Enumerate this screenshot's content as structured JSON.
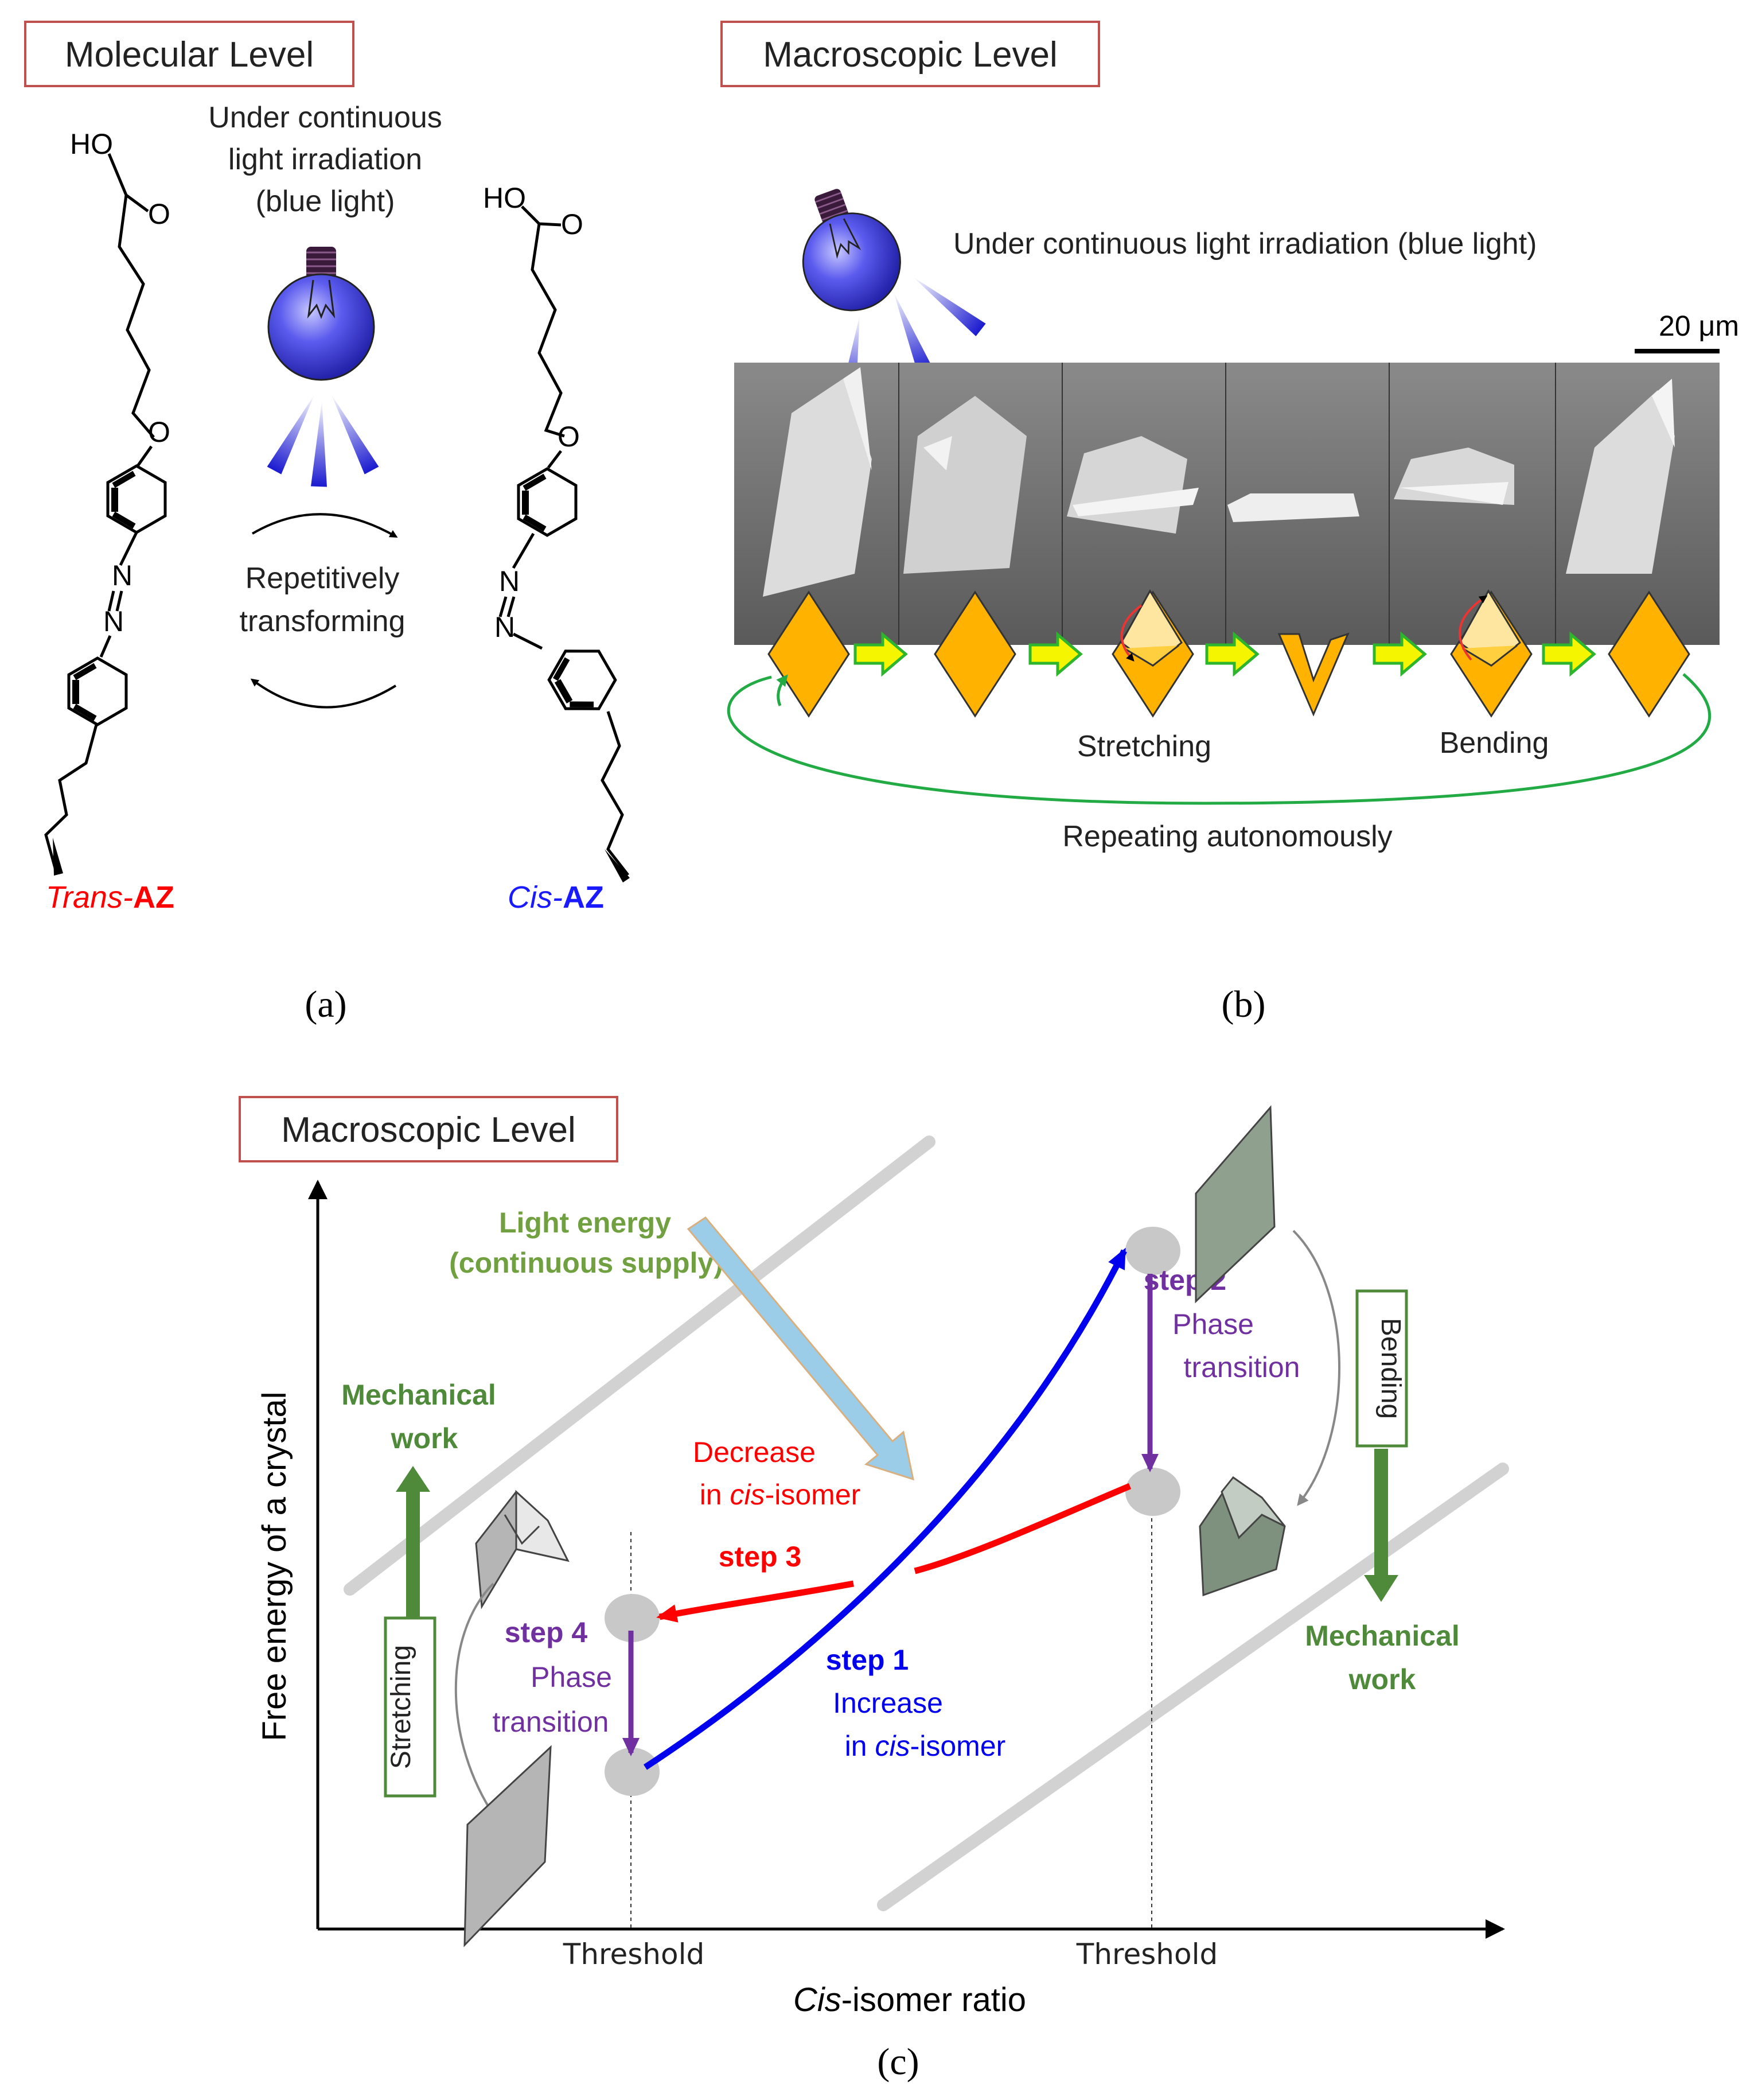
{
  "panel_a": {
    "box_title": "Molecular Level",
    "light_text": [
      "Under continuous",
      "light irradiation",
      "(blue light)"
    ],
    "cycle_text": [
      "Repetitively",
      "transforming"
    ],
    "trans": {
      "atoms": {
        "HO": "HO",
        "O": "O",
        "O2": "O",
        "N1": "N",
        "N2": "N"
      },
      "name_italic": "Trans-",
      "name_bold": "AZ"
    },
    "cis": {
      "atoms": {
        "HO": "HO",
        "O": "O",
        "O2": "O",
        "N1": "N",
        "N2": "N"
      },
      "name_italic": "Cis-",
      "name_bold": "AZ"
    },
    "caption": "(a)"
  },
  "panel_b": {
    "box_title": "Macroscopic Level",
    "light_text": "Under continuous light irradiation (blue light)",
    "scale_bar": "20 μm",
    "stretching": "Stretching",
    "bending": "Bending",
    "loop_text": "Repeating autonomously",
    "caption": "(b)"
  },
  "panel_c": {
    "box_title": "Macroscopic Level",
    "y_axis_label": "Free energy of a crystal",
    "x_axis_label_italic": "Cis",
    "x_axis_label_rest": "-isomer ratio",
    "threshold_left": "Threshold",
    "threshold_right": "Threshold",
    "light_energy": [
      "Light energy",
      "(continuous supply)"
    ],
    "mech_work_left": [
      "Mechanical",
      "work"
    ],
    "mech_work_right": [
      "Mechanical",
      "work"
    ],
    "stretching": "Stretching",
    "bending": "Bending",
    "step1": {
      "title": "step 1",
      "line1": "Increase",
      "line2_pre": "in ",
      "line2_italic": "cis",
      "line2_post": "-isomer"
    },
    "step2": {
      "title": "step 2",
      "line1": "Phase",
      "line2": "transition"
    },
    "step3": {
      "title": "step 3",
      "line1": "Decrease",
      "line2_pre": "in ",
      "line2_italic": "cis",
      "line2_post": "-isomer"
    },
    "step4": {
      "title": "step 4",
      "line1": "Phase",
      "line2": "transition"
    },
    "caption": "(c)"
  },
  "colors": {
    "box_border": "#c0504d",
    "trans_red": "#ff0000",
    "cis_blue": "#1a1aff",
    "bulb_blue": "#4444dd",
    "crystal_orange": "#ffb300",
    "arrow_yellow": "#f5f500",
    "arrow_green_edge": "#2db52d",
    "loop_green": "#22aa44",
    "step_blue": "#0000ee",
    "step_purple": "#7030a0",
    "step_red": "#ff0000",
    "dark_green": "#4f8a3a",
    "light_energy_arrow": "#9ccde8",
    "node_gray": "#c8c8c8"
  }
}
